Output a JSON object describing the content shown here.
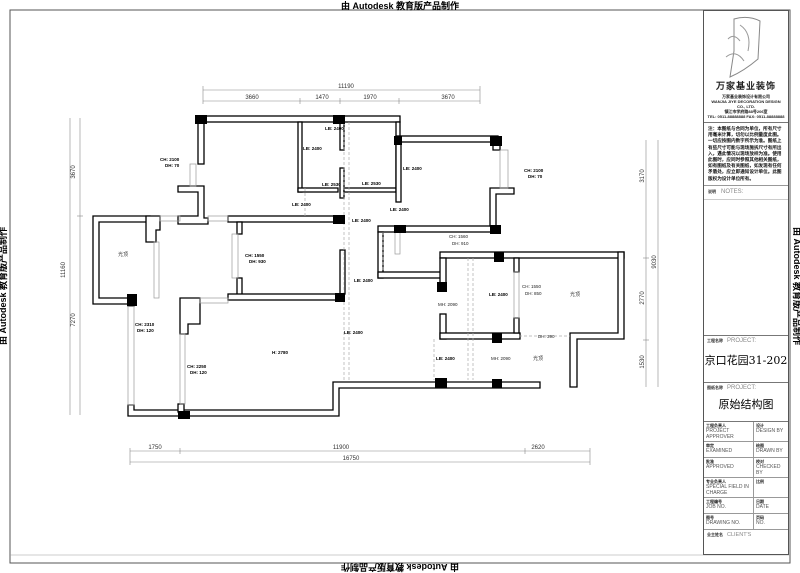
{
  "watermark": "由 Autodesk 教育版产品制作",
  "dimensions": {
    "top_total": "11190",
    "top_segments": [
      "3660",
      "1470",
      "1970",
      "3670"
    ],
    "left_top": "3670",
    "left_total": "11160",
    "left_bottom": "7270",
    "right_top": "3170",
    "right_total": "9030",
    "right_mid": "2770",
    "right_bottom": "1530",
    "bottom_segments": [
      "1750",
      "11900",
      "2620"
    ],
    "bottom_total": "16750"
  },
  "plan_labels": {
    "ch2100_left": "CH: 2100",
    "dh70_left": "DH: 70",
    "lb2400_a": "LB: 2400",
    "lb2400_b": "LB: 2400",
    "lb2530_a": "LB: 2530",
    "lb2530_b": "LB: 2530",
    "lb2400_c": "LB: 2400",
    "lb2400_d": "LB: 2400",
    "lb2400_e": "LB: 2400",
    "lb2400_f": "LB: 2400",
    "lb2400_g": "LB: 2400",
    "lb2400_h": "LB: 2400",
    "lb2400_i": "LB: 2400",
    "lb2400_j": "LB: 2400",
    "ch2100_right": "CH: 2100",
    "dh70_right": "DH: 70",
    "ch1550_bed": "CH: 1550",
    "dh930_bed": "DH: 930",
    "ch1560_k": "CH: 1560",
    "dh910_k": "DH: 910",
    "ch1550_r": "CH: 1550",
    "dh850_r": "DH: 850",
    "mh2090_a": "MH: 2090",
    "mh2090_b": "MH: 2090",
    "dh390": "DH: 390",
    "ch2310": "CH: 2310",
    "dh120_a": "DH: 120",
    "ch2250": "CH: 2250",
    "dh120_b": "DH: 120",
    "h2780": "H: 2780",
    "skylight_left": "光顶",
    "skylight_right": "光顶",
    "skylight_bottom": "光顶"
  },
  "title_block": {
    "brand": "万家基业装饰",
    "company_lines": [
      "万家基业装饰设计有限公司",
      "WANJIA JIYE DECORATION DESIGN CO., LTD.",
      "镇江市学府路88号206室",
      "TEL: 0511-88888888  FAX: 0511-88888888"
    ],
    "notes_text": "注：本图纸与合同为单位，所有尺寸用毫米计算，切勿以比例量度此图。一切应按图内数字所示为准。图纸上有些尺寸可能与现场施拆尺寸有所出入，遇此情况以现场放样为准。使用此图时，应同时参照其他相关图纸，如有图纸及有关图纸，如发现有任何矛盾处，应立即通知设计单位。此图版权为设计单位所有。",
    "notes_cn": "说明",
    "notes_label": "NOTES:",
    "project_cn": "工程名称",
    "project_label": "PROJECT:",
    "project_name": "京口花园31-202",
    "drawing_cn": "图纸名称",
    "drawing_label": "PROJECT:",
    "drawing_name": "原始结构图",
    "rows": [
      {
        "cn": "工程负责人",
        "en": "PROJECT APPROVER",
        "cn2": "设计",
        "en2": "DESIGN BY"
      },
      {
        "cn": "审定",
        "en": "EXAMINED",
        "cn2": "绘图",
        "en2": "DRAWN BY"
      },
      {
        "cn": "批准",
        "en": "APPROVED",
        "cn2": "校对",
        "en2": "CHECKED BY"
      },
      {
        "cn": "专业负责人",
        "en": "SPECIAL FIELD IN CHARGE",
        "cn2": "比例",
        "en2": ""
      },
      {
        "cn": "工程编号",
        "en": "JOB NO.",
        "cn2": "日期",
        "en2": "DATE"
      },
      {
        "cn": "图号",
        "en": "DRAWING NO.",
        "cn2": "页码",
        "en2": "NO."
      }
    ],
    "client_cn": "业主姓名",
    "client_label": "CLIENT'S"
  }
}
